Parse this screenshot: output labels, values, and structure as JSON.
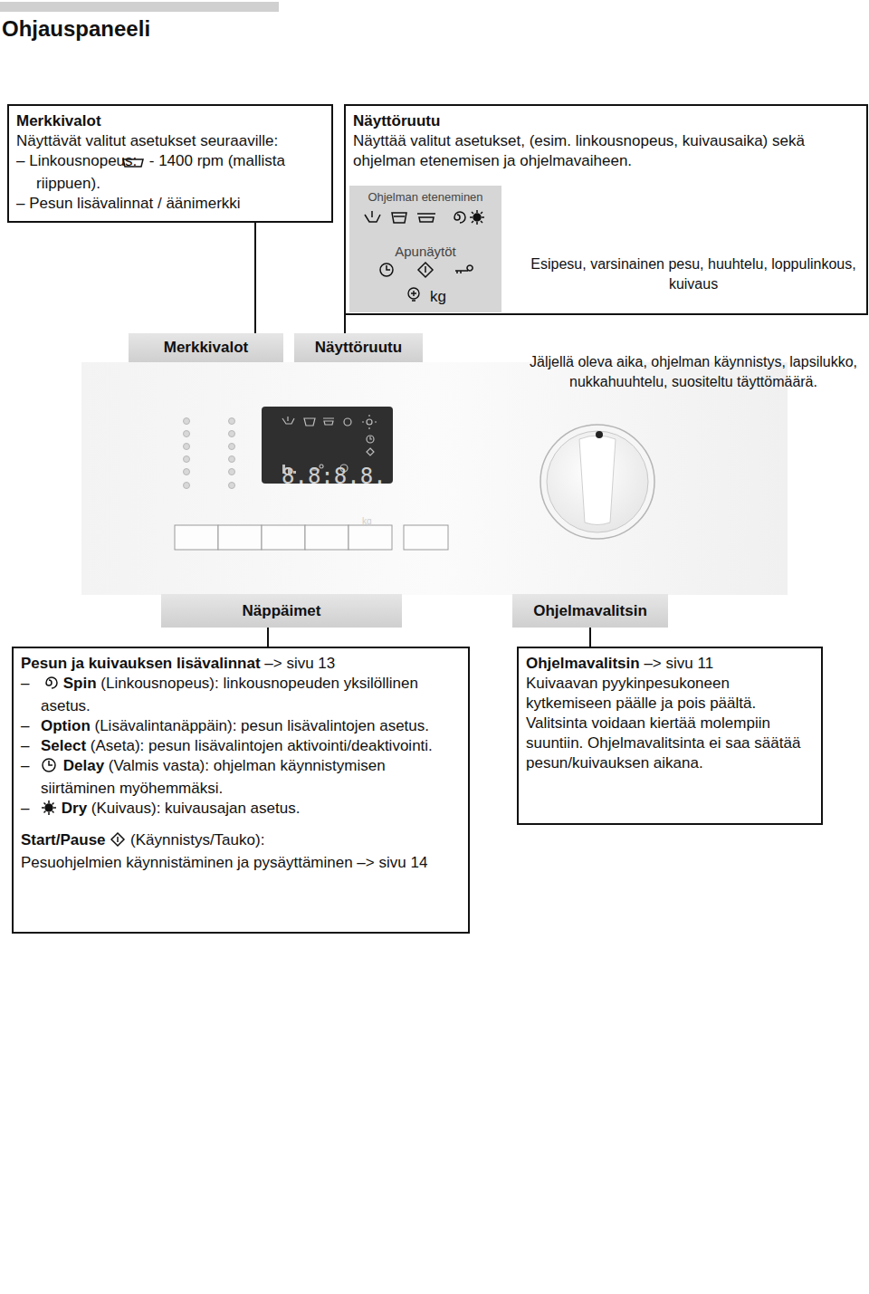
{
  "diagram": {
    "title": "Ohjauspaneeli",
    "nodes": [
      {
        "text": [
          "Merkkivalot",
          "Näyttävät valitut asetukset seuraaville:",
          "– Linkousnopeus:",
          "- 1400 rpm (mallista riippuen).",
          "– Pesun lisävalinnat / äänimerkki"
        ]
      },
      {
        "text": [
          "Näyttöruutu",
          "Näyttää valitut asetukset, (esim. linkousnopeus, kuivausaika) sekä ohjelman etenemisen ja ohjelmavaiheen.",
          "Esipesu, varsinainen pesu, huuhtelu, loppulinkous, kuivaus",
          "Jäljellä oleva aika, ohjelman käynnistys, lapsilukko, nukkahuuhtelu, suositeltu täyttömäärä."
        ]
      },
      {
        "text": [
          "Ohjelman eteneminen"
        ],
        "in": 1
      },
      {
        "text": [
          "Apunäytöt",
          "kg"
        ],
        "in": 1
      },
      {
        "text": [
          "Merkkivalot"
        ]
      },
      {
        "text": [
          "Näyttöruutu"
        ]
      },
      {
        "text": [
          "Näppäimet"
        ]
      },
      {
        "text": [
          "Ohjelmavalitsin"
        ]
      },
      {
        "text": [
          "Pesun ja kuivauksen lisävalinnat",
          "–> sivu 13",
          "–",
          "Spin",
          "(Linkousnopeus): linkousnopeuden yksilöllinen asetus.",
          "–",
          "Option",
          "(Lisävalintanäppäin): pesun lisävalintojen asetus.",
          "–",
          "Select",
          "(Aseta): pesun lisävalintojen aktivointi/deaktivointi.",
          "–",
          "Delay",
          "(Valmis vasta): ohjelman käynnistymisen siirtäminen myöhemmäksi.",
          "–",
          "Dry",
          "(Kuivaus): kuivausajan asetus.",
          "Start/Pause",
          "(Käynnistys/Tauko):",
          "Pesuohjelmien käynnistäminen ja pysäyttäminen –> sivu 14"
        ]
      },
      {
        "text": [
          "Ohjelmavalitsin",
          "–> sivu 11",
          "Kuivaavan pyykinpesukoneen kytkemiseen päälle ja pois päältä. Valitsinta voidaan kiertää molempiin suuntiin. Ohjelmavalitsinta ei saa säätää pesun/kuivauksen aikana."
        ]
      }
    ],
    "edges": [
      {
        "from": 0,
        "to": 4,
        "arrow": "none"
      },
      {
        "from": 1,
        "to": 5,
        "arrow": "none"
      },
      {
        "from": 6,
        "to": 8,
        "arrow": "none"
      },
      {
        "from": 7,
        "to": 9,
        "arrow": "none"
      }
    ],
    "labels": [
      "8.8:8.8.",
      "kg",
      "6"
    ]
  }
}
